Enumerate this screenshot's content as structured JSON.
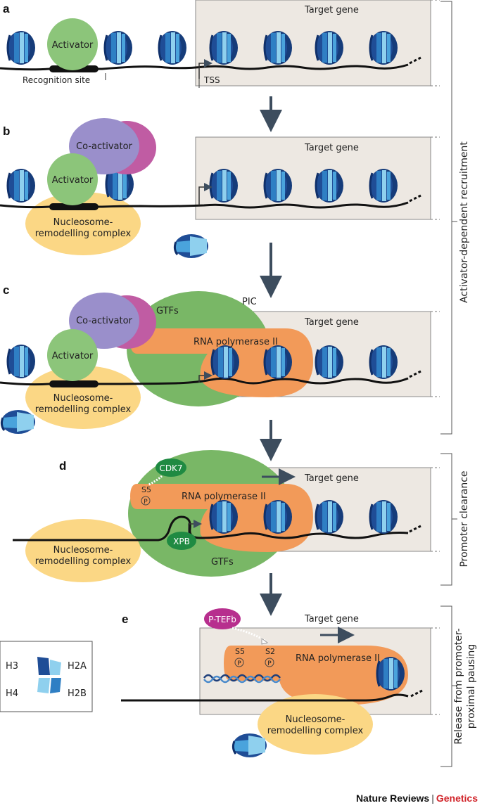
{
  "panels": {
    "a": "a",
    "b": "b",
    "c": "c",
    "d": "d",
    "e": "e"
  },
  "labels": {
    "target_gene": "Target gene",
    "activator": "Activator",
    "recognition_site": "Recognition site",
    "tss": "TSS",
    "co_activator": "Co-activator",
    "nucleosome_remodelling_line1": "Nucleosome-",
    "nucleosome_remodelling_line2": "remodelling complex",
    "gtfs": "GTFs",
    "pic": "PIC",
    "rna_pol_ii": "RNA polymerase II",
    "cdk7": "CDK7",
    "xpb": "XPB",
    "s5": "S5",
    "s2": "S2",
    "p": "P",
    "p_tefb": "P-TEFb"
  },
  "side_labels": {
    "activator_recruitment": "Activator-dependent recruitment",
    "promoter_clearance": "Promoter clearance",
    "release_line1": "Release from promoter-",
    "release_line2": "proximal pausing"
  },
  "legend": {
    "h3": "H3",
    "h2a": "H2A",
    "h4": "H4",
    "h2b": "H2B"
  },
  "credit": {
    "journal": "Nature Reviews",
    "separator": "|",
    "subject": "Genetics"
  },
  "colors": {
    "box_fill": "#ede8e2",
    "activator": "#8cc57a",
    "co_activator": "#9a8fcb",
    "co_activator_back": "#c05ca3",
    "remodeller": "#fbd785",
    "gtfs": "#79b766",
    "rna_pol": "#f29a59",
    "cdk7": "#1f8a42",
    "p_tefb": "#b72f8e",
    "nuc_dark": "#1f4d96",
    "nuc_light": "#8fd0ee",
    "arrow": "#3d4d5e"
  }
}
